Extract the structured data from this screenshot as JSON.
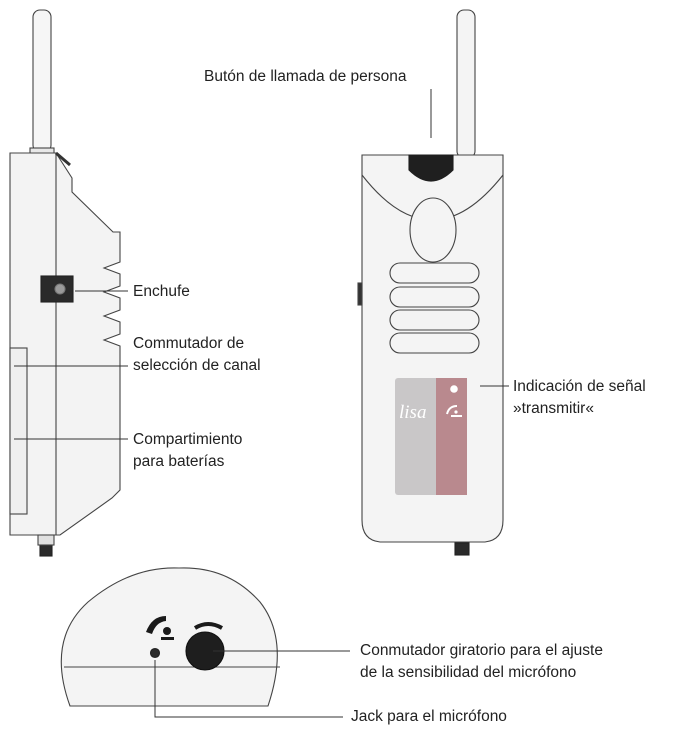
{
  "labels": {
    "person_call_button": "Butón de llamada de persona",
    "socket": "Enchufe",
    "channel_switch_line1": "Commutador de",
    "channel_switch_line2": "selección de canal",
    "battery_line1": "Compartimiento",
    "battery_line2": "para baterías",
    "transmit_line1": "Indicación de señal",
    "transmit_line2": "»transmitir«",
    "mic_rotary_line1": "Conmutador giratorio para el ajuste",
    "mic_rotary_line2": "de la sensibilidad del micrófono",
    "mic_jack": "Jack para el micrófono"
  },
  "device": {
    "brand_logo": "lisa",
    "panel_colors": {
      "grey": "#c9c7c8",
      "rose": "#b9898e"
    }
  },
  "icons": [
    "socket-icon",
    "transmit-handset-icon",
    "status-led-icon",
    "handset-person-icon",
    "rotary-knob-icon",
    "mic-jack-icon"
  ]
}
